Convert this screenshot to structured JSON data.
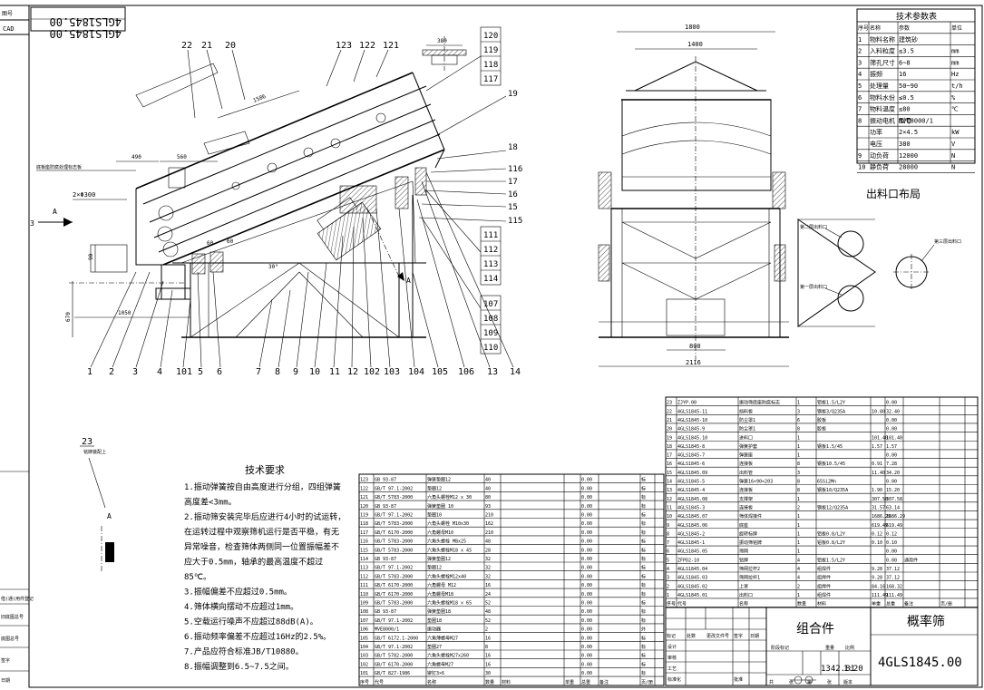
{
  "frame": {
    "top_left_cells": [
      "图号",
      "CAD"
    ],
    "stamp_code": "4GLS1845.00",
    "left_strip_cells": [
      "借(通)用件登记",
      "旧底图总号",
      "底图总号",
      "签字",
      "日期"
    ]
  },
  "views": {
    "side_dims": [
      "490",
      "560",
      "1586",
      "2×Φ300",
      "90",
      "670",
      "1050",
      "30°",
      "60",
      "60"
    ],
    "side_labels": [
      "底板座防腐处理标志板",
      "3",
      "A",
      "A"
    ],
    "front_dims": [
      "1800",
      "1400",
      "800",
      "2116"
    ],
    "top_dims": [
      "380"
    ]
  },
  "callouts": {
    "bottom": [
      "1",
      "2",
      "3",
      "4",
      "101",
      "5",
      "6",
      "7",
      "8",
      "9",
      "10",
      "11",
      "12",
      "102",
      "103",
      "104",
      "105",
      "106",
      "13",
      "14"
    ],
    "top": [
      "22",
      "21",
      "20",
      "123",
      "122",
      "121"
    ],
    "right_column_upper": [
      "120",
      "119",
      "118",
      "117"
    ],
    "right_column_mid": [
      "111",
      "112",
      "113",
      "114"
    ],
    "right_column_low": [
      "107",
      "108",
      "109",
      "110"
    ],
    "side_right": [
      "19",
      "18",
      "116",
      "17",
      "16",
      "15",
      "115"
    ]
  },
  "outlet_layout": {
    "title": "出料口布局",
    "labels": [
      "第二层出料口",
      "第三层出料口",
      "第一层出料口"
    ]
  },
  "detail23": {
    "number": "23",
    "label": "铭牌装配上",
    "view_label": "A"
  },
  "tech_params": {
    "title": "技术参数表",
    "headers": [
      "序号",
      "名称",
      "参数",
      "单位"
    ],
    "rows": [
      [
        "1",
        "物料名称",
        "建筑砂",
        ""
      ],
      [
        "2",
        "入料粒度",
        "≤3.5",
        "mm"
      ],
      [
        "3",
        "筛孔尺寸",
        "6~8",
        "mm"
      ],
      [
        "4",
        "振频",
        "16",
        "Hz"
      ],
      [
        "5",
        "处理量",
        "50~90",
        "t/h"
      ],
      [
        "6",
        "物料水份",
        "≤0.5",
        "%"
      ],
      [
        "7",
        "物料温度",
        "≤80",
        "℃"
      ],
      [
        "8",
        "振动电机 型号",
        "MVE8000/1",
        ""
      ],
      [
        "",
        "功率",
        "2×4.5",
        "kW"
      ],
      [
        "",
        "电压",
        "380",
        "V"
      ],
      [
        "9",
        "动负荷",
        "12000",
        "N"
      ],
      [
        "10",
        "静负荷",
        "28000",
        "N"
      ]
    ]
  },
  "tech_requirements": {
    "title": "技术要求",
    "lines": [
      "1.振动弹簧按自由高度进行分组，四组弹簧",
      "高度差<3mm。",
      "2.振动筛安装完毕后应进行4小时的试运转，",
      "在运转过程中观察筛机运行是否平稳，有无",
      "异常噪音，检查筛体两侧同一位置振幅差不",
      "应大于0.5mm，轴承的最高温度不超过",
      "85℃。",
      "3.振幅偏差不应超过0.5mm。",
      "4.筛体横向摆动不应超过1mm。",
      "5.空载运行噪声不应超过88dB(A)。",
      "6.振动频率偏差不应超过16Hz的2.5%。",
      "7.产品应符合标准JB/T10880。",
      "8.振幅调整到6.5~7.5之间。"
    ]
  },
  "bom_left": {
    "header": [
      "序号",
      "代号",
      "名称",
      "数量",
      "材料",
      "单重",
      "总重",
      "备注",
      "页/册"
    ],
    "rows": [
      [
        "123",
        "GB 93-87",
        "弹簧垫圈12",
        "40",
        "",
        "",
        "0.00",
        "",
        "标"
      ],
      [
        "122",
        "GB/T 97.1-2002",
        "垫圈12",
        "40",
        "",
        "",
        "0.00",
        "",
        "标"
      ],
      [
        "121",
        "GB/T 5783-2000",
        "六角头螺栓M12 x 30",
        "80",
        "",
        "",
        "0.00",
        "",
        "标"
      ],
      [
        "120",
        "GB 93-87",
        "弹簧垫圈 10",
        "93",
        "",
        "",
        "0.00",
        "",
        "标"
      ],
      [
        "119",
        "GB/T 97.1-2002",
        "垫圈10",
        "210",
        "",
        "",
        "0.00",
        "",
        "标"
      ],
      [
        "118",
        "GB/T 5783-2000",
        "六角头螺栓 M10x30",
        "162",
        "",
        "",
        "0.00",
        "",
        "标"
      ],
      [
        "117",
        "GB/T 6170-2000",
        "六角螺母M10",
        "210",
        "",
        "",
        "0.00",
        "",
        "标"
      ],
      [
        "116",
        "GB/T 5783-2000",
        "六角头螺栓 M8x25",
        "48",
        "",
        "",
        "0.00",
        "",
        "标"
      ],
      [
        "115",
        "GB/T 5783-2000",
        "六角头螺栓M18 x 45",
        "28",
        "",
        "",
        "0.00",
        "",
        "标"
      ],
      [
        "114",
        "GB 93-87",
        "弹簧垫圈12",
        "32",
        "",
        "",
        "0.00",
        "",
        "标"
      ],
      [
        "113",
        "GB/T 97.1-2002",
        "垫圈12",
        "32",
        "",
        "",
        "0.00",
        "",
        "标"
      ],
      [
        "112",
        "GB/T 5783-2000",
        "六角头螺栓M12x40",
        "32",
        "",
        "",
        "0.00",
        "",
        "标"
      ],
      [
        "111",
        "GB/T 6170-2000",
        "六角螺母 M12",
        "16",
        "",
        "",
        "0.00",
        "",
        "标"
      ],
      [
        "110",
        "GB/T 6170-2000",
        "六角螺母M18",
        "24",
        "",
        "",
        "0.00",
        "",
        "标"
      ],
      [
        "109",
        "GB/T 5783-2000",
        "六角头螺栓M18 x 65",
        "52",
        "",
        "",
        "0.00",
        "",
        "标"
      ],
      [
        "108",
        "GB 93-87",
        "弹簧垫圈18",
        "48",
        "",
        "",
        "0.00",
        "",
        "标"
      ],
      [
        "107",
        "GB/T 97.1-2002",
        "垫圈18",
        "52",
        "",
        "",
        "0.00",
        "",
        "标"
      ],
      [
        "106",
        "MVE8000/1",
        "振动器",
        "2",
        "",
        "",
        "0.00",
        "",
        "外"
      ],
      [
        "105",
        "GB/T 6172.1-2000",
        "六角薄螺母M27",
        "16",
        "",
        "",
        "0.00",
        "",
        "标"
      ],
      [
        "104",
        "GB/T 97.1-2002",
        "垫圈27",
        "8",
        "",
        "",
        "0.00",
        "",
        "标"
      ],
      [
        "103",
        "GB/T 5782-2000",
        "六角头螺栓M27x260",
        "16",
        "",
        "",
        "0.00",
        "",
        "标"
      ],
      [
        "102",
        "GB/T 6170-2000",
        "六角螺母M27",
        "16",
        "",
        "",
        "0.00",
        "",
        "标"
      ],
      [
        "101",
        "GB/T 827-1986",
        "铆钉3×6",
        "30",
        "",
        "",
        "0.00",
        "",
        "标"
      ]
    ]
  },
  "bom_right": {
    "header": [
      "序号",
      "代号",
      "名称",
      "数量",
      "材料",
      "单重",
      "总重",
      "备注",
      "页/册"
    ],
    "rows": [
      [
        "23",
        "ZJYP.00",
        "振动筛底座防腐标志",
        "1",
        "铝板1.5/L2Y",
        "",
        "0.00",
        "",
        ""
      ],
      [
        "22",
        "4GLS1845-11",
        "挡料板",
        "3",
        "钢板3/Q235A",
        "10.80",
        "32.40",
        "",
        ""
      ],
      [
        "21",
        "4GLS1845-10",
        "防尘罩1",
        "6",
        "胶板",
        "",
        "0.00",
        "",
        ""
      ],
      [
        "20",
        "4GLS1845-9",
        "防尘罩1",
        "8",
        "胶板",
        "",
        "0.00",
        "",
        ""
      ],
      [
        "19",
        "4GLS1845.10",
        "进料口",
        "1",
        "",
        "101.40",
        "101.40",
        "",
        ""
      ],
      [
        "18",
        "4GLS1845-8",
        "弹簧护套",
        "1",
        "钢板1.5/45",
        "1.57",
        "1.57",
        "",
        ""
      ],
      [
        "17",
        "4GLS1845-7",
        "弹簧座",
        "1",
        "",
        "",
        "0.00",
        "",
        ""
      ],
      [
        "16",
        "4GLS1845-6",
        "连接板",
        "8",
        "钢板10.5/45",
        "0.91",
        "7.28",
        "",
        ""
      ],
      [
        "15",
        "4GLS1845.09",
        "出料管",
        "3",
        "",
        "11.40",
        "34.20",
        "",
        ""
      ],
      [
        "14",
        "4GLS1845-5",
        "弹簧16×90×203",
        "8",
        "65Si2Mn",
        "",
        "0.00",
        "",
        ""
      ],
      [
        "13",
        "4GLS1845-4",
        "连接板",
        "8",
        "钢板10/Q235A",
        "1.90",
        "15.20",
        "",
        ""
      ],
      [
        "12",
        "4GLS1845.08",
        "支撑架",
        "1",
        "",
        "307.58",
        "307.58",
        "",
        ""
      ],
      [
        "11",
        "4GLS1845-3",
        "连接板",
        "2",
        "钢板12/Q235A",
        "31.57",
        "63.14",
        "",
        ""
      ],
      [
        "10",
        "4GLS1845.07",
        "筛体焊接件",
        "1",
        "",
        "1686.29",
        "1686.29",
        "",
        ""
      ],
      [
        "9",
        "4GLS1845.06",
        "底座",
        "1",
        "",
        "619.49",
        "619.49",
        "",
        ""
      ],
      [
        "8",
        "4GLS1845-2",
        "旋转标牌",
        "1",
        "铝板0.8/L2Y",
        "0.12",
        "0.12",
        "",
        ""
      ],
      [
        "7",
        "4GLS1845-1",
        "振动筛铭牌",
        "1",
        "铝板0.8/L2Y",
        "0.10",
        "0.10",
        "",
        ""
      ],
      [
        "6",
        "4GLS1845.05",
        "筛网",
        "1",
        "",
        "",
        "0.00",
        "",
        ""
      ],
      [
        "5",
        "ZFPD2-10",
        "铭牌",
        "4",
        "铝板1.5/L2Y",
        "",
        "0.00",
        "通用件",
        ""
      ],
      [
        "4",
        "4GLS1845.04",
        "筛网拉杆2",
        "4",
        "组焊件",
        "9.28",
        "37.12",
        "",
        ""
      ],
      [
        "3",
        "4GLS1845.03",
        "筛网拉杆1",
        "4",
        "组焊件",
        "9.28",
        "37.12",
        "",
        ""
      ],
      [
        "2",
        "4GLS1845.02",
        "上罩",
        "2",
        "组焊件",
        "84.16",
        "168.32",
        "",
        ""
      ],
      [
        "1",
        "4GLS1845.01",
        "出料口",
        "1",
        "组焊件",
        "111.49",
        "111.49",
        "",
        ""
      ]
    ]
  },
  "title_block": {
    "assembly": "组合件",
    "name": "概率筛",
    "code": "4GLS1845.00",
    "mass": "1342.81",
    "scale": "1:20",
    "labels": [
      "标记",
      "处数",
      "更改文件号",
      "签字",
      "日期",
      "设计",
      "审核",
      "工艺",
      "标准化",
      "批准",
      "阶段标记",
      "重量",
      "比例",
      "共",
      "张",
      "第",
      "张",
      "版本"
    ]
  }
}
